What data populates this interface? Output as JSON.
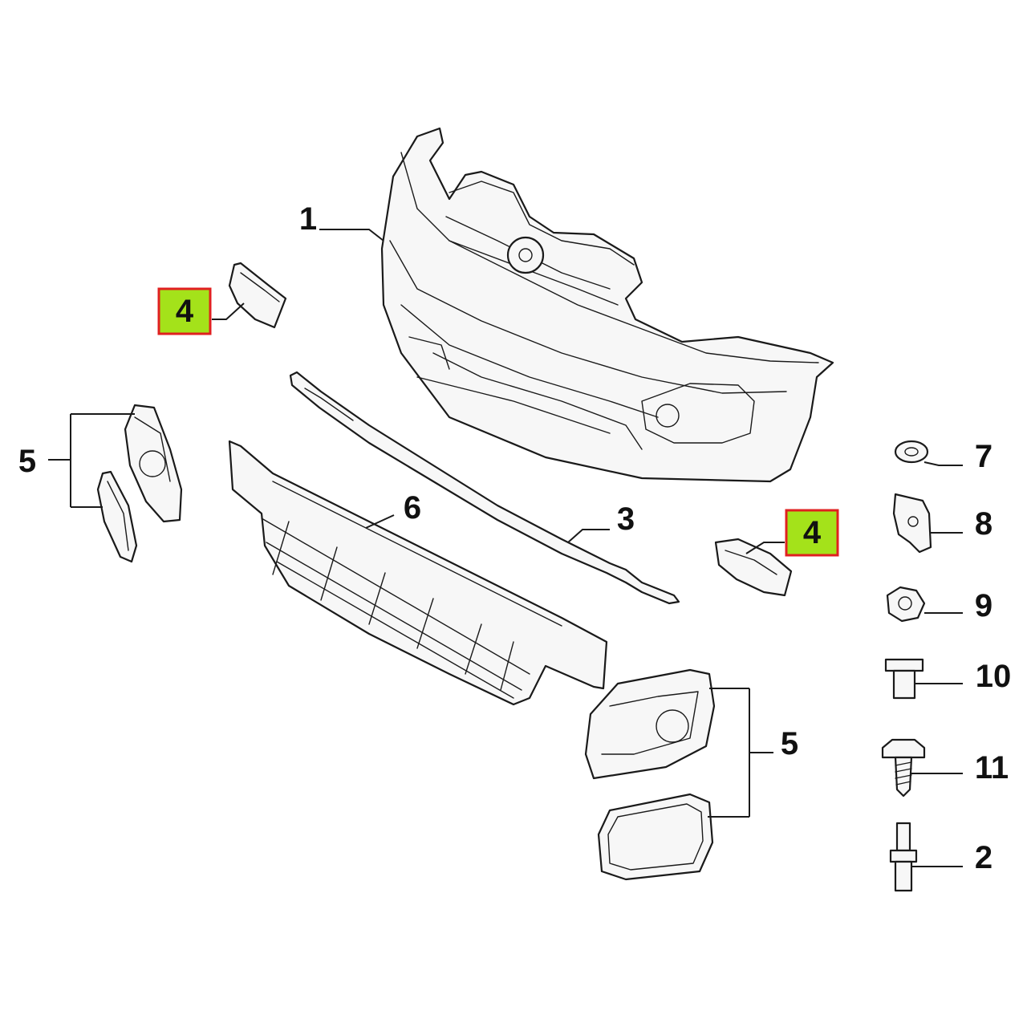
{
  "colors": {
    "highlight_fill": "#a4e21a",
    "highlight_border": "#e02020",
    "line": "#1a1a1a"
  },
  "callouts": {
    "c1": "1",
    "c2": "2",
    "c3": "3",
    "c4a": "4",
    "c4b": "4",
    "c5a": "5",
    "c5b": "5",
    "c6": "6",
    "c7": "7",
    "c8": "8",
    "c9": "9",
    "c10": "10",
    "c11": "11"
  }
}
